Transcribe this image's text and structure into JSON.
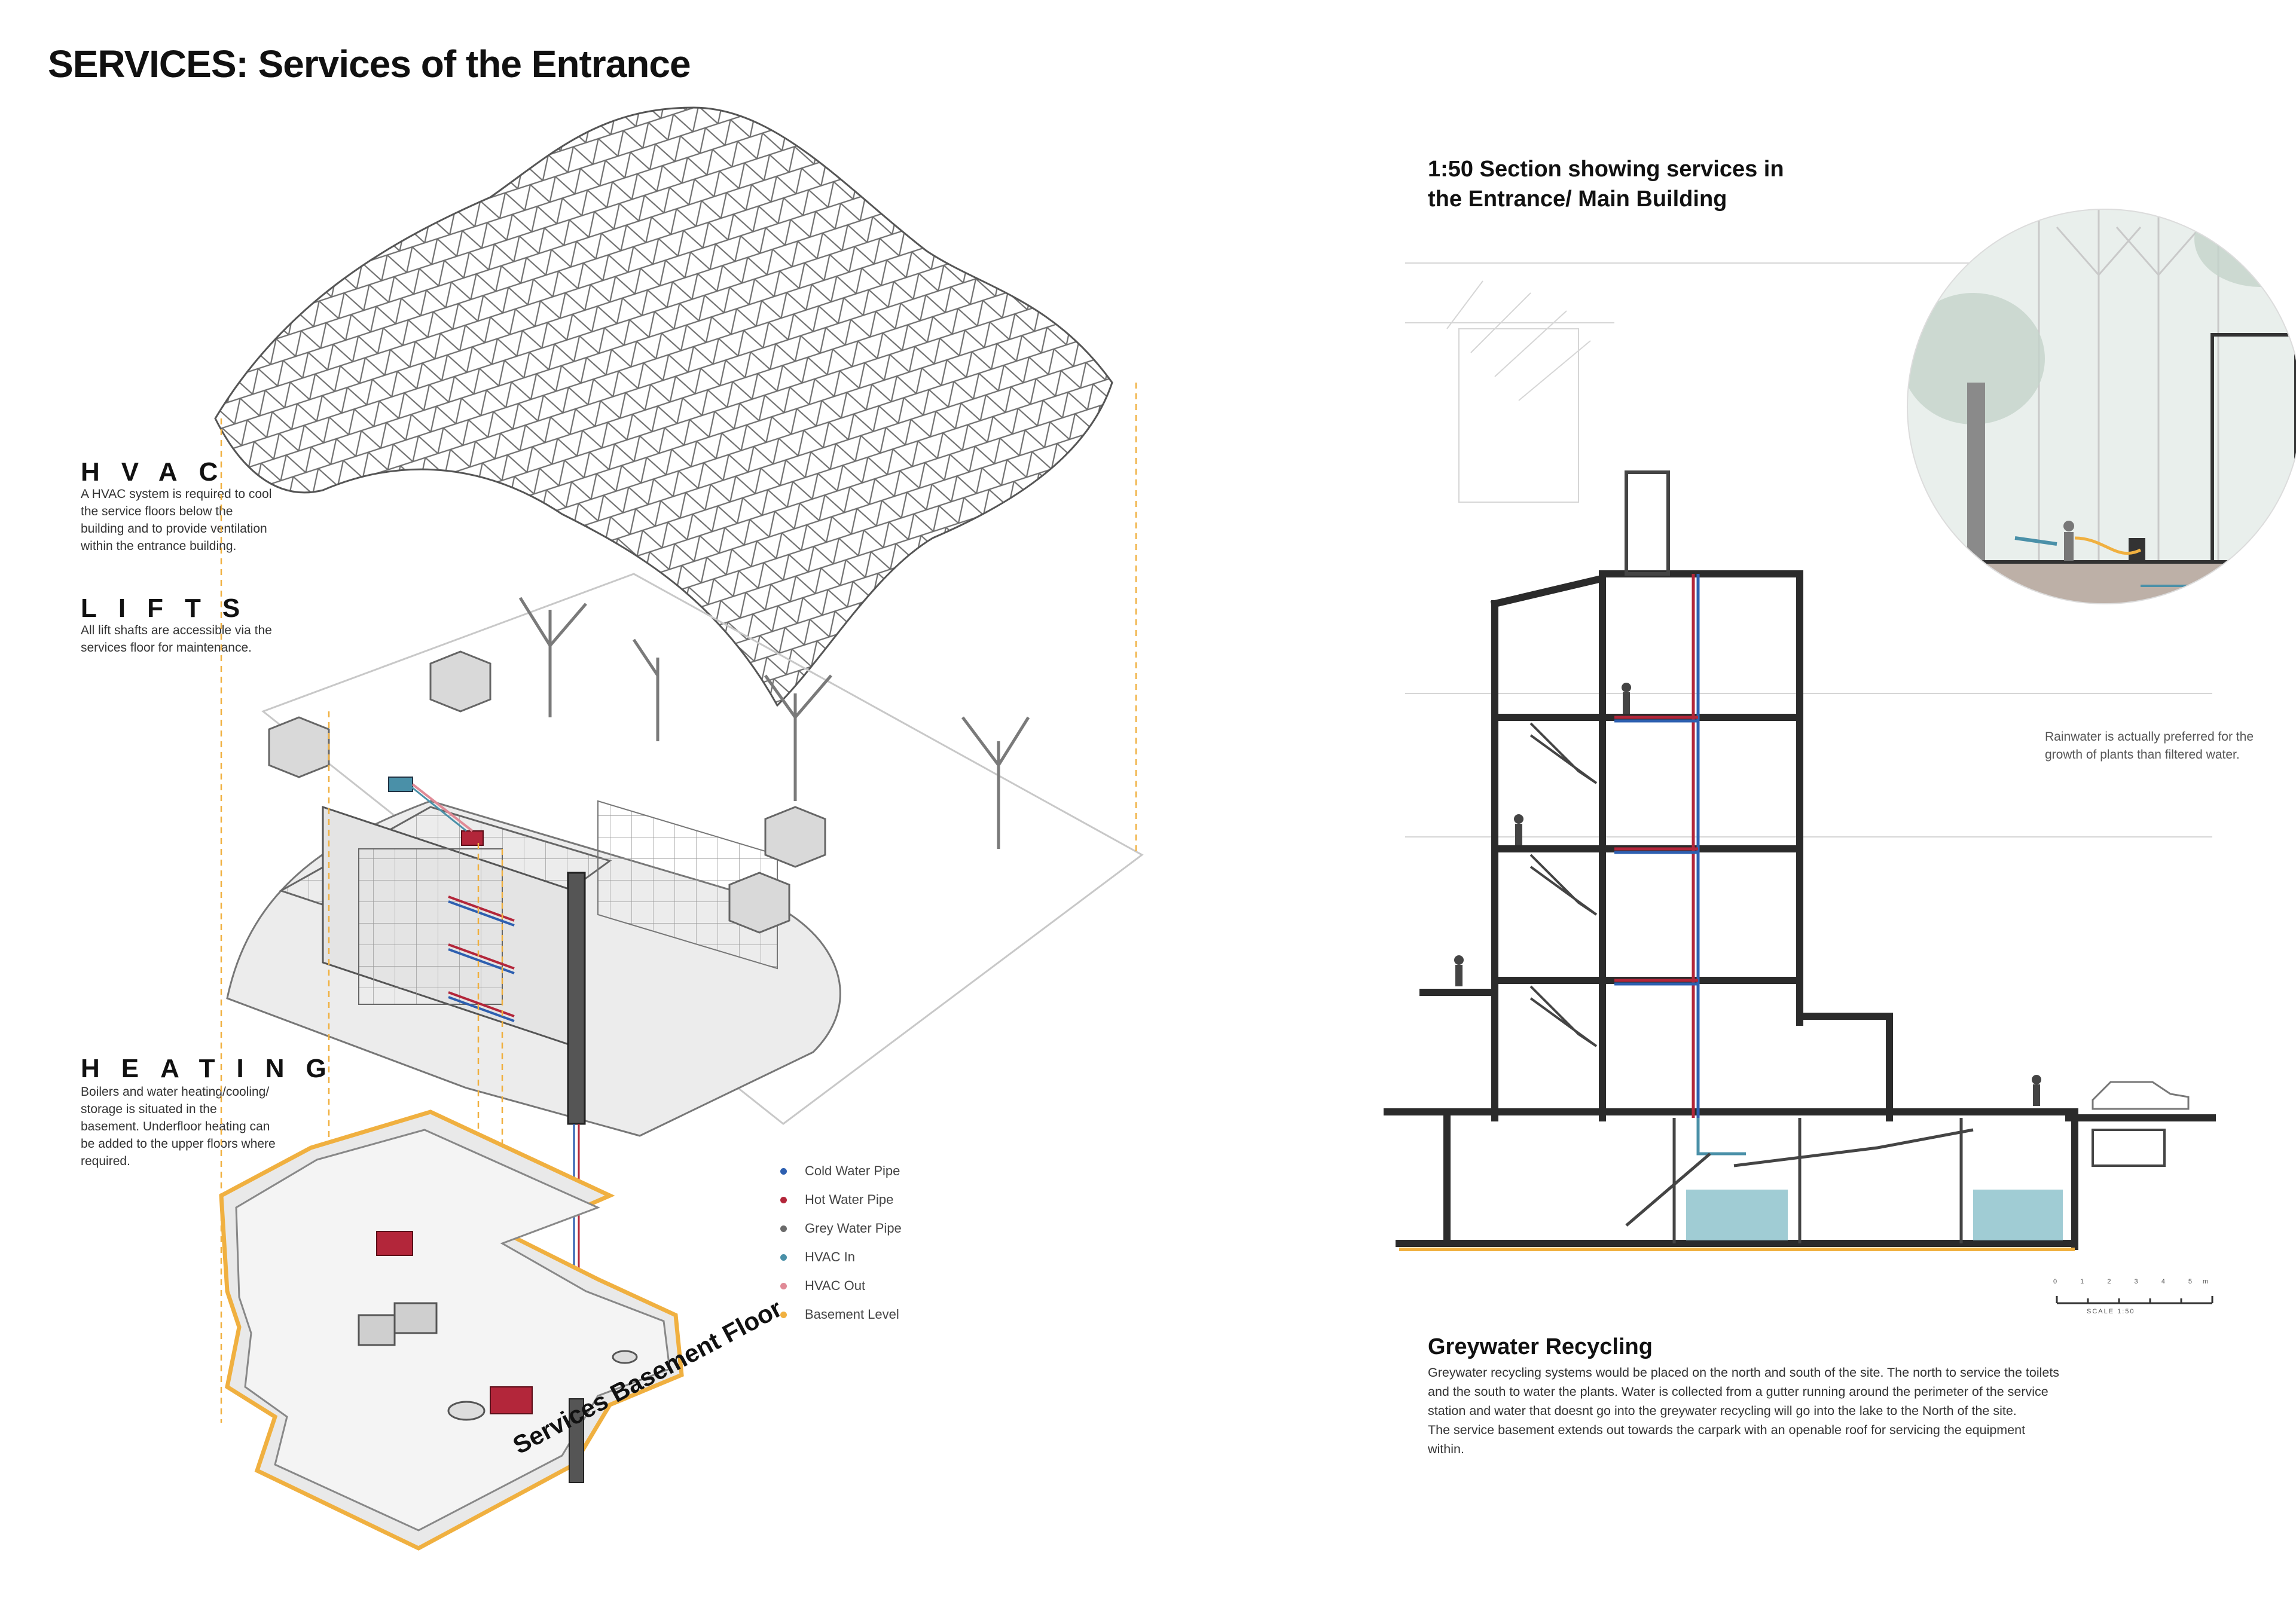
{
  "title": "SERVICES: Services of the Entrance",
  "hvac": {
    "heading": "HVAC",
    "body": "A HVAC system is required to cool the service floors below the building and to provide ventilation within the entrance building."
  },
  "lifts": {
    "heading": "LIFTS",
    "body": "All lift shafts are accessible via the services floor for maintenance."
  },
  "heating": {
    "heading": "HEATING",
    "body": "Boilers and water heating/cooling/ storage is situated in the basement. Underfloor heating can be added to the upper floors where required."
  },
  "legend": {
    "items": [
      {
        "label": "Cold Water Pipe",
        "color": "#2d5fb0"
      },
      {
        "label": "Hot Water Pipe",
        "color": "#b3263a"
      },
      {
        "label": "Grey Water Pipe",
        "color": "#6b6b6b"
      },
      {
        "label": "HVAC In",
        "color": "#4a90a8"
      },
      {
        "label": "HVAC Out",
        "color": "#e08a96"
      },
      {
        "label": "Basement Level",
        "color": "#f0b040"
      }
    ]
  },
  "basement_label": "Services Basement Floor",
  "section": {
    "title_line1": "1:50 Section showing services in",
    "title_line2": "the Entrance/ Main Building",
    "scale_text": "0   1   2   3   4   5m",
    "scale_caption": "SCALE 1:50"
  },
  "rain_caption": "Rainwater is actually preferred for the growth of plants than filtered water.",
  "greywater": {
    "heading": "Greywater Recycling",
    "para1": "Greywater recycling systems would be placed on the north and south of the site. The north to service the toilets and the south to water the plants. Water is collected from a gutter running around the perimeter of the service station and water that doesnt go into the greywater recycling will go into the lake to the North of the site.",
    "para2": "The service basement extends out towards the carpark with an openable roof for servicing the equipment within."
  },
  "colors": {
    "cold": "#2d5fb0",
    "hot": "#b3263a",
    "grey": "#6b6b6b",
    "hvac_in": "#4a90a8",
    "hvac_out": "#e08a96",
    "basement": "#f0b040",
    "water": "#8fc3cc"
  }
}
